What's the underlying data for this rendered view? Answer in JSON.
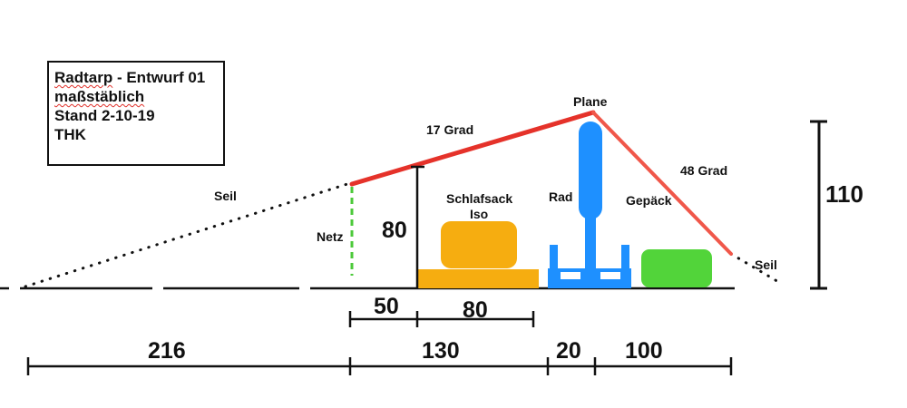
{
  "title_block": {
    "line1": "Radtarp - Entwurf 01",
    "line2": "maßstäblich",
    "line3": "Stand 2-10-19",
    "line4": "THK"
  },
  "labels": {
    "seil_left": "Seil",
    "seil_right": "Seil",
    "netz": "Netz",
    "angle_low": "17 Grad",
    "angle_high": "48 Grad",
    "plane": "Plane",
    "schlafsack": "Schlafsack",
    "iso": "Iso",
    "rad": "Rad",
    "gepaeck": "Gepäck"
  },
  "dimensions": {
    "height_low": "80",
    "height_high": "110",
    "upper_row": [
      "50",
      "80"
    ],
    "lower_row": [
      "216",
      "130",
      "20",
      "100"
    ]
  },
  "colors": {
    "tarp_low": "#e5322a",
    "tarp_high": "#f0574a",
    "plane_label": "#e5322a",
    "netz": "#4cc93a",
    "bike": "#1e90ff",
    "sleeping_pad": "#f6ad10",
    "luggage": "#52d43a",
    "ink": "#111111"
  }
}
